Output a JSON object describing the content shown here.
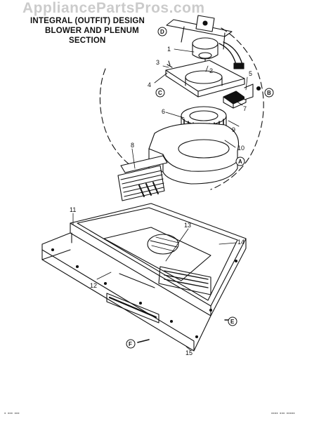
{
  "watermark": "AppliancePartsPros.com",
  "title": {
    "line1": "INTEGRAL (OUTFIT) DESIGN",
    "line2": "BLOWER AND PLENUM",
    "line3": "SECTION"
  },
  "callouts": [
    "1",
    "2",
    "3",
    "4",
    "5",
    "6",
    "7",
    "8",
    "9",
    "10",
    "11",
    "12",
    "13",
    "14",
    "15"
  ],
  "letters": [
    "A",
    "B",
    "C",
    "D",
    "E",
    "F"
  ],
  "footer": {
    "left": "▪ ▪▪▪ ▪▪▪",
    "right": "▪▪▪▪ ▪▪▪ ▪▪▪▪▪"
  }
}
